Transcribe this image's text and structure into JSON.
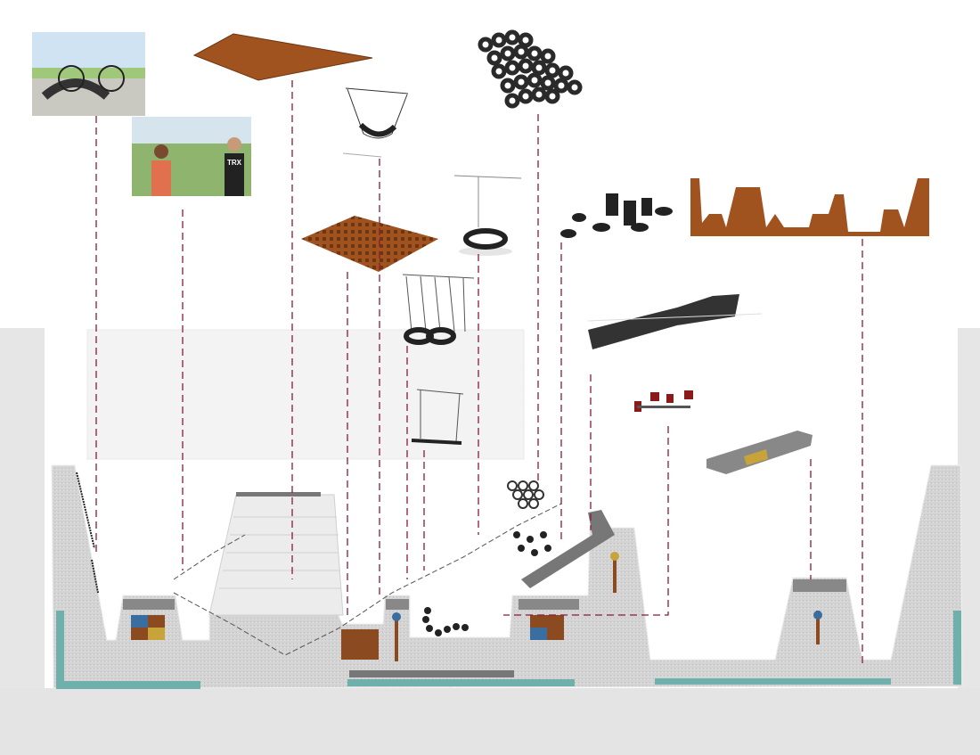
{
  "diagram": {
    "type": "playground-section-elevation",
    "photo_lettering": "TRX",
    "colors": {
      "leader": "#8b1a3a",
      "ground": "#d3d3d3",
      "teal": "#6fb0ac",
      "wood": "#a0521f",
      "tire": "#2a2a2a",
      "background": "#e6e6e6"
    },
    "elements": [
      {
        "id": "bike-rack-tires",
        "kind": "photo"
      },
      {
        "id": "trx-training",
        "kind": "photo"
      },
      {
        "id": "stepped-ramp",
        "kind": "model"
      },
      {
        "id": "hammock",
        "kind": "model"
      },
      {
        "id": "tire-wall",
        "kind": "model"
      },
      {
        "id": "tire-swing",
        "kind": "model"
      },
      {
        "id": "wood-post-maze",
        "kind": "model"
      },
      {
        "id": "tire-stacks",
        "kind": "model"
      },
      {
        "id": "skyline-wall",
        "kind": "model"
      },
      {
        "id": "tire-swings-row",
        "kind": "model"
      },
      {
        "id": "slat-walkway",
        "kind": "model"
      },
      {
        "id": "bench-swing",
        "kind": "model"
      },
      {
        "id": "stepping-posts",
        "kind": "model"
      },
      {
        "id": "planter-bench",
        "kind": "model"
      }
    ]
  }
}
